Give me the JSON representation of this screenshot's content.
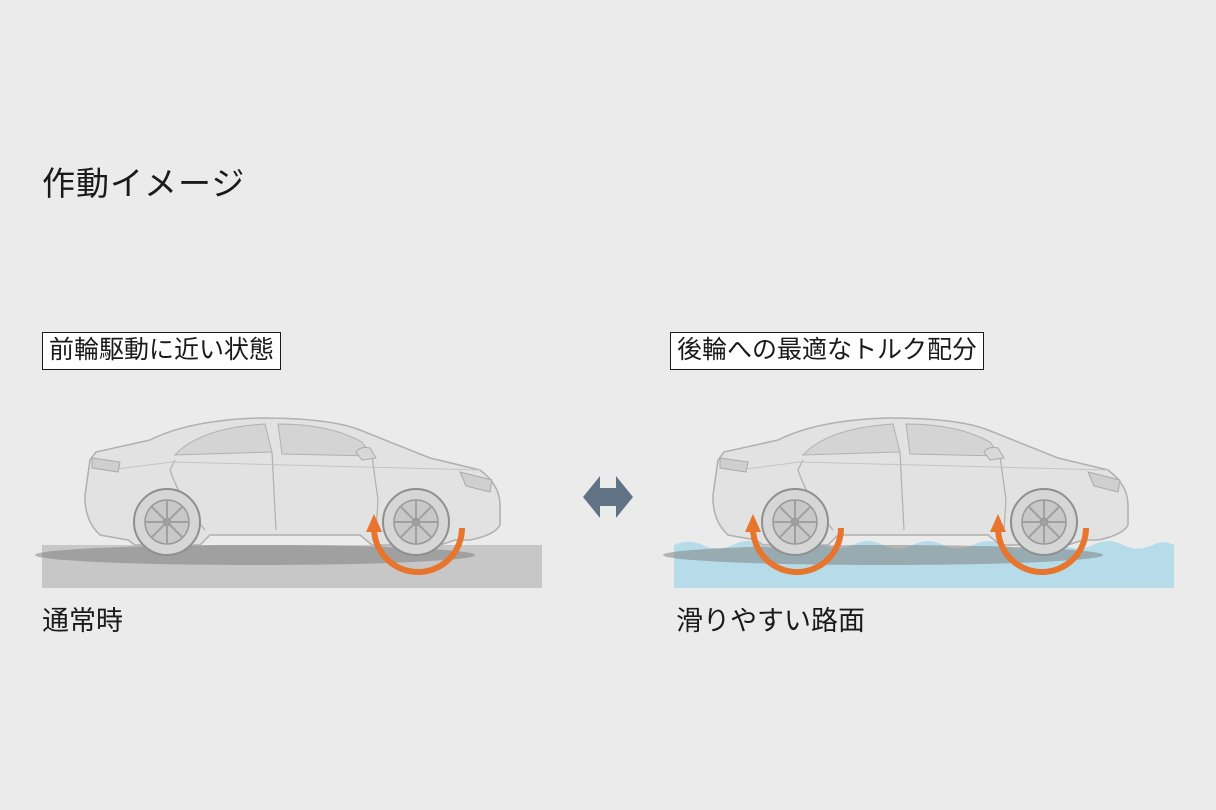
{
  "title": "作動イメージ",
  "left_panel": {
    "label": "前輪駆動に近い状態",
    "caption": "通常時"
  },
  "right_panel": {
    "label": "後輪への最適なトルク配分",
    "caption": "滑りやすい路面"
  },
  "colors": {
    "background": "#ebebeb",
    "dry_road": "#c7c7c7",
    "water": "#b7dce9",
    "torque_arrow": "#e8752e",
    "switch_arrow": "#5f7384",
    "car_body": "#e2e2e2"
  },
  "icons": {
    "switch": "double-headed-arrow",
    "torque": "curved-rotation-arrow"
  }
}
